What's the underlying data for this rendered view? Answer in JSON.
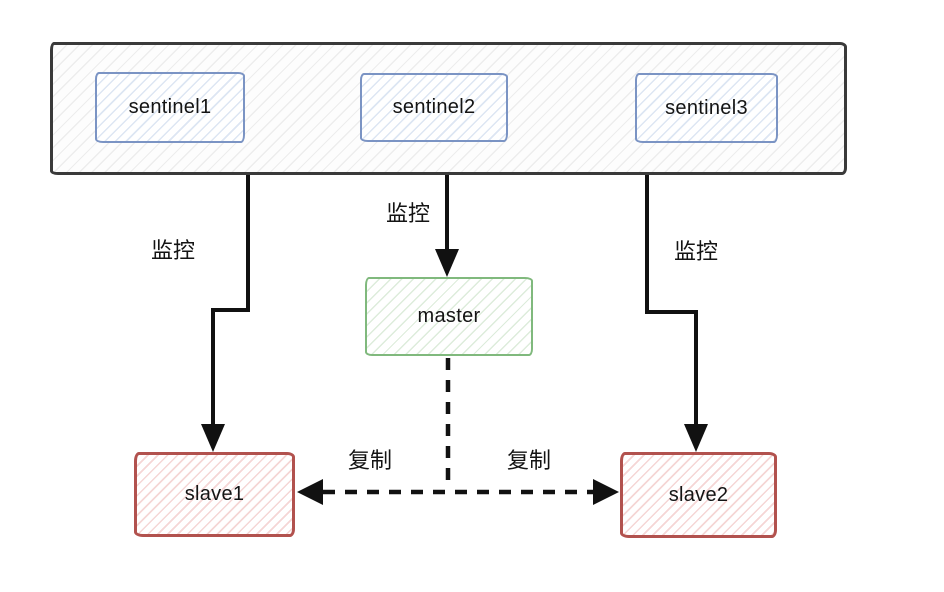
{
  "diagram": {
    "nodes": {
      "sentinel1": "sentinel1",
      "sentinel2": "sentinel2",
      "sentinel3": "sentinel3",
      "master": "master",
      "slave1": "slave1",
      "slave2": "slave2"
    },
    "edge_labels": {
      "monitor_left": "监控",
      "monitor_center": "监控",
      "monitor_right": "监控",
      "replicate_left": "复制",
      "replicate_right": "复制"
    },
    "colors": {
      "container_border": "#3a3a3a",
      "container_hatch": "#ededed",
      "sentinel_border": "#7b94c4",
      "sentinel_hatch": "#dde6f3",
      "master_border": "#80b97d",
      "master_hatch": "#ddecdb",
      "slave_border": "#b2524e",
      "slave_hatch": "#f5d6d5",
      "arrow": "#111111"
    }
  }
}
